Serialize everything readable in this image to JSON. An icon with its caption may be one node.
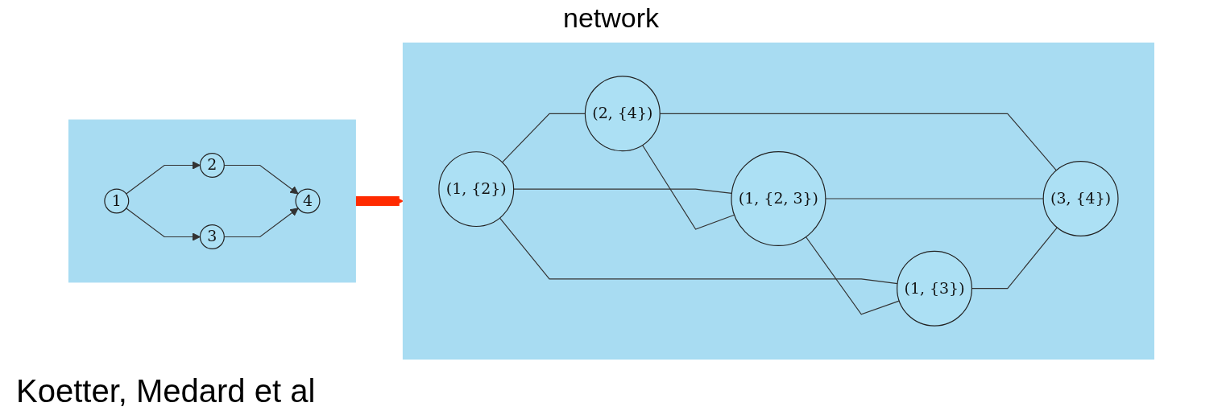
{
  "diagram": {
    "nodes": [
      {
        "text": [],
        "shape": "box"
      },
      {
        "text": [
          "1"
        ],
        "in": 0
      },
      {
        "text": [
          "2"
        ],
        "in": 0
      },
      {
        "text": [
          "3"
        ],
        "in": 0
      },
      {
        "text": [
          "4"
        ],
        "in": 0
      },
      {
        "text": [],
        "shape": "box"
      },
      {
        "text": [
          "(1, {2})"
        ],
        "in": 5
      },
      {
        "text": [
          "(2, {4})"
        ],
        "in": 5
      },
      {
        "text": [
          "(1, {2, 3})"
        ],
        "in": 5
      },
      {
        "text": [
          "(1, {3})"
        ],
        "in": 5
      },
      {
        "text": [
          "(3, {4})"
        ],
        "in": 5
      }
    ],
    "edges": [
      {
        "from": 1,
        "to": 2,
        "arrow": "to"
      },
      {
        "from": 1,
        "to": 3,
        "arrow": "to"
      },
      {
        "from": 2,
        "to": 4,
        "arrow": "to"
      },
      {
        "from": 3,
        "to": 4,
        "arrow": "to"
      },
      {
        "from": 0,
        "to": 5,
        "arrow": "to",
        "style": "thick",
        "color": "#ff2a00"
      },
      {
        "from": 6,
        "to": 7,
        "arrow": "none"
      },
      {
        "from": 6,
        "to": 9,
        "arrow": "none"
      },
      {
        "from": 6,
        "to": 8,
        "arrow": "none"
      },
      {
        "from": 7,
        "to": 8,
        "arrow": "none"
      },
      {
        "from": 7,
        "to": 10,
        "arrow": "none"
      },
      {
        "from": 8,
        "to": 9,
        "arrow": "none"
      },
      {
        "from": 8,
        "to": 10,
        "arrow": "none"
      },
      {
        "from": 9,
        "to": 10,
        "arrow": "none"
      }
    ],
    "labels": [
      "network",
      "Koetter, Medard et al"
    ]
  }
}
